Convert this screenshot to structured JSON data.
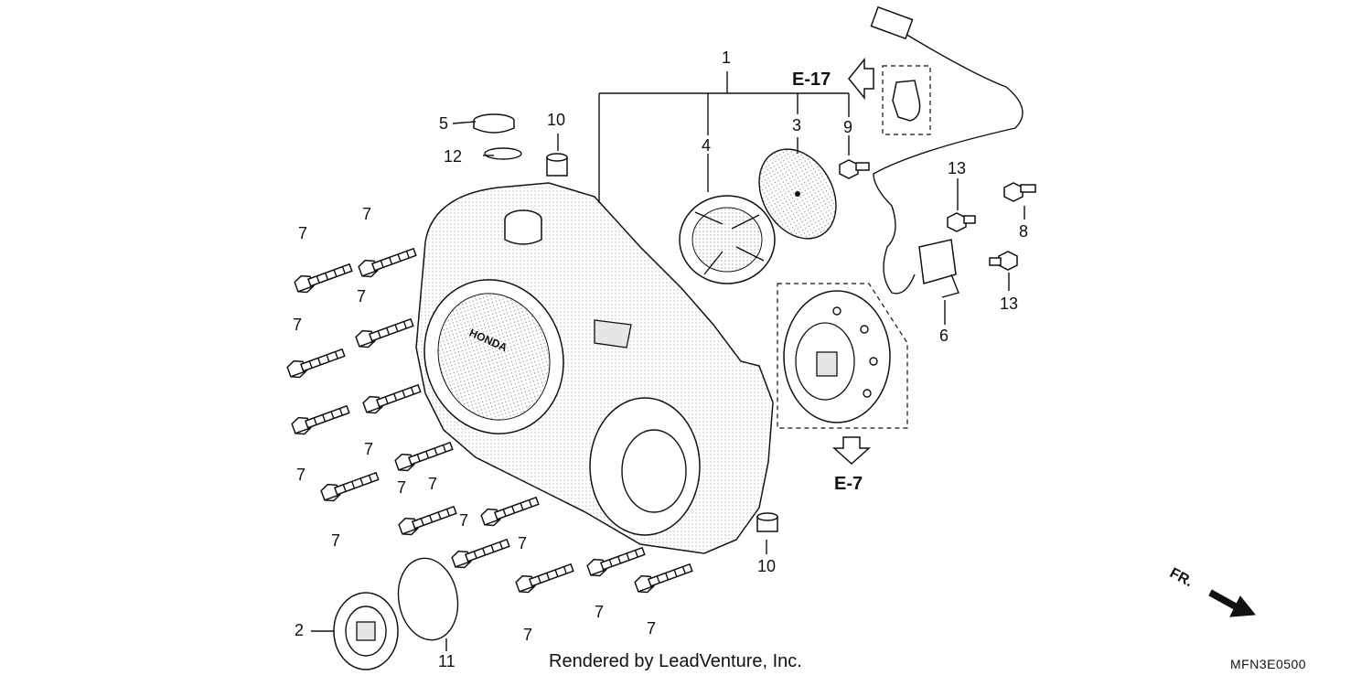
{
  "diagram": {
    "callouts": {
      "c1": "1",
      "c2": "2",
      "c3": "3",
      "c4": "4",
      "c5": "5",
      "c6": "6",
      "c7": "7",
      "c8": "8",
      "c9": "9",
      "c10": "10",
      "c11": "11",
      "c12": "12",
      "c13": "13"
    },
    "refs": {
      "e17": "E-17",
      "e7": "E-7"
    },
    "fr": "FR.",
    "footer": "Rendered by LeadVenture, Inc.",
    "code": "MFN3E0500"
  }
}
